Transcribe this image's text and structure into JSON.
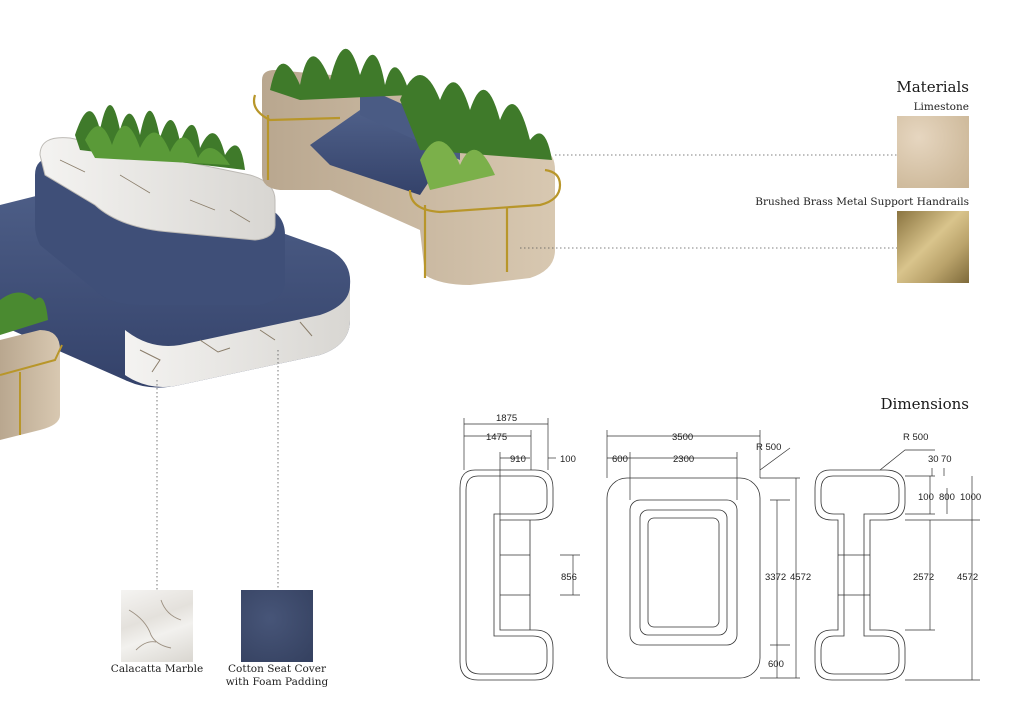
{
  "materials": {
    "heading": "Materials",
    "items": [
      {
        "label": "Limestone",
        "color": "#d9c6ac"
      },
      {
        "label": "Brushed Brass Metal Support Handrails",
        "color": "#c9b27a"
      }
    ]
  },
  "bottom_materials": [
    {
      "label_line1": "Calacatta Marble",
      "label_line2": "",
      "color": "#efeeec"
    },
    {
      "label_line1": "Cotton Seat Cover",
      "label_line2": "with Foam Padding",
      "color": "#3e4a6a"
    }
  ],
  "dimensions": {
    "heading": "Dimensions",
    "plan1": {
      "d_1875": "1875",
      "d_1475": "1475",
      "d_910": "910",
      "d_100": "100",
      "d_856": "856"
    },
    "plan2": {
      "d_3500": "3500",
      "d_r500": "R 500",
      "d_600a": "600",
      "d_2300": "2300",
      "d_3372": "3372",
      "d_4572": "4572",
      "d_600b": "600"
    },
    "plan3": {
      "d_r500": "R 500",
      "d_30": "30",
      "d_70": "70",
      "d_100": "100",
      "d_800": "800",
      "d_1000": "1000",
      "d_2572": "2572",
      "d_4572": "4572"
    }
  },
  "colors": {
    "brass": "#b8962a",
    "limestone": "#cbb99f",
    "fabric": "#44557a",
    "marble": "#eceae6",
    "foliage": "#3f7a2a"
  }
}
